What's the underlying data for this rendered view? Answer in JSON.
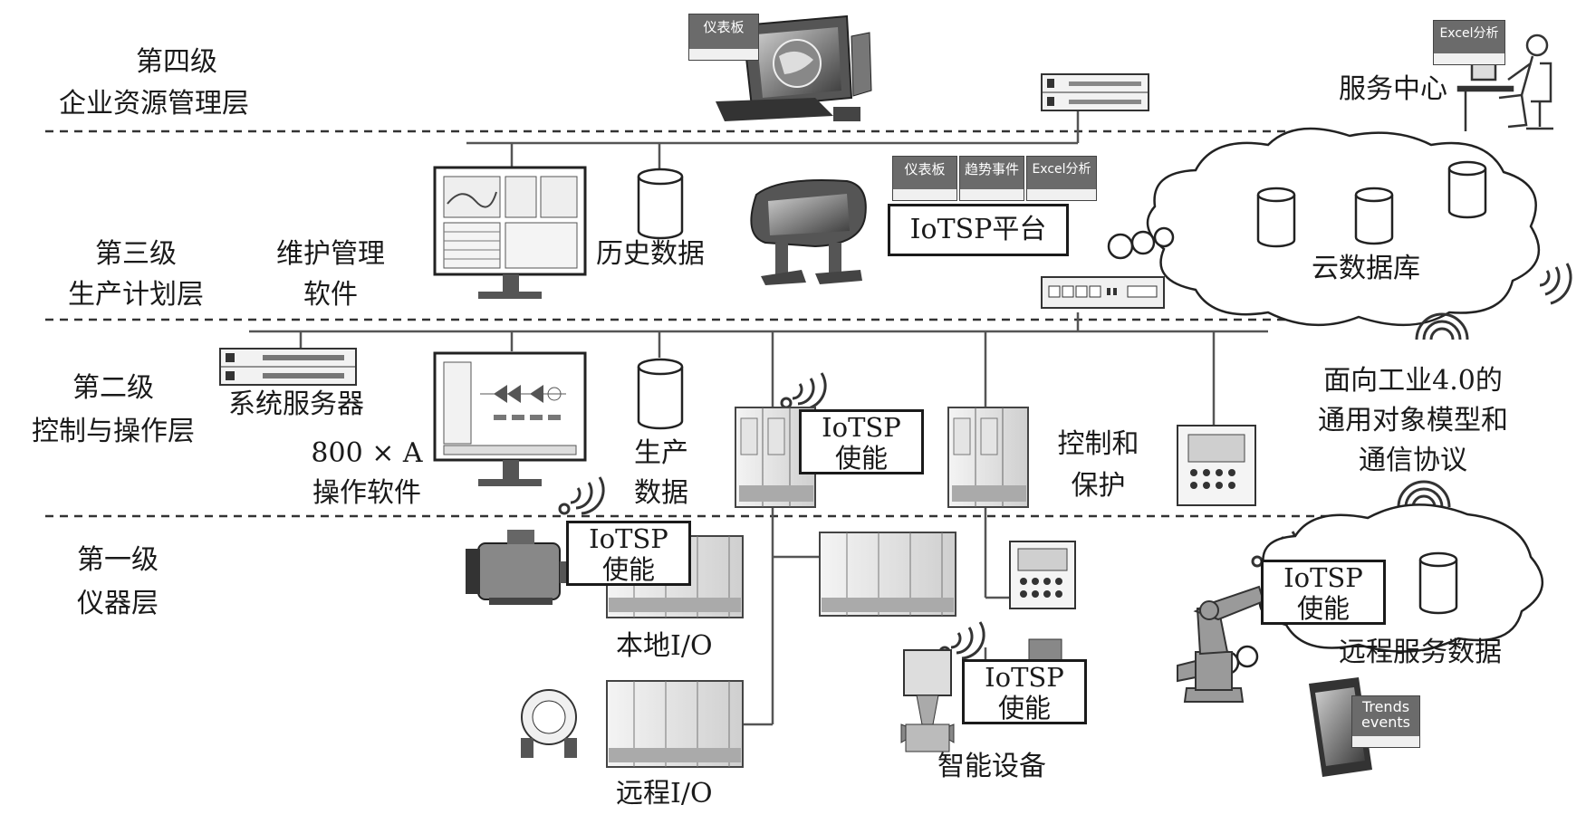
{
  "levels": {
    "l4_title": "第四级",
    "l4_name": "企业资源管理层",
    "l3_title": "第三级",
    "l3_name": "生产计划层",
    "l2_title": "第二级",
    "l2_name": "控制与操作层",
    "l1_title": "第一级",
    "l1_name": "仪器层"
  },
  "labels": {
    "service_center": "服务中心",
    "maintenance_line1": "维护管理",
    "maintenance_line2": "软件",
    "history_data": "历史数据",
    "cloud_db": "云数据库",
    "system_server": "系统服务器",
    "operating_line1": "800 × A",
    "operating_line2": "操作软件",
    "production_line1": "生产",
    "production_line2": "数据",
    "control_line1": "控制和",
    "control_line2": "保护",
    "industry_line1": "面向工业4.0的",
    "industry_line2": "通用对象模型和",
    "industry_line3": "通信协议",
    "local_io": "本地I/O",
    "remote_io": "远程I/O",
    "smart_device": "智能设备",
    "remote_service": "远程服务数据"
  },
  "boxes": {
    "platform": "IoTSP平台",
    "enable_top": "IoTSP",
    "enable_bottom": "使能"
  },
  "thumbs": {
    "dashboard": "仪表板",
    "excel": "Excel分析",
    "trend": "趋势事件",
    "trends_line1": "Trends",
    "trends_line2": "events"
  },
  "colors": {
    "line": "#1a1a1a",
    "bus": "#333333",
    "gray_dark": "#6b6b6b",
    "gray_light": "#d9d9d9"
  }
}
